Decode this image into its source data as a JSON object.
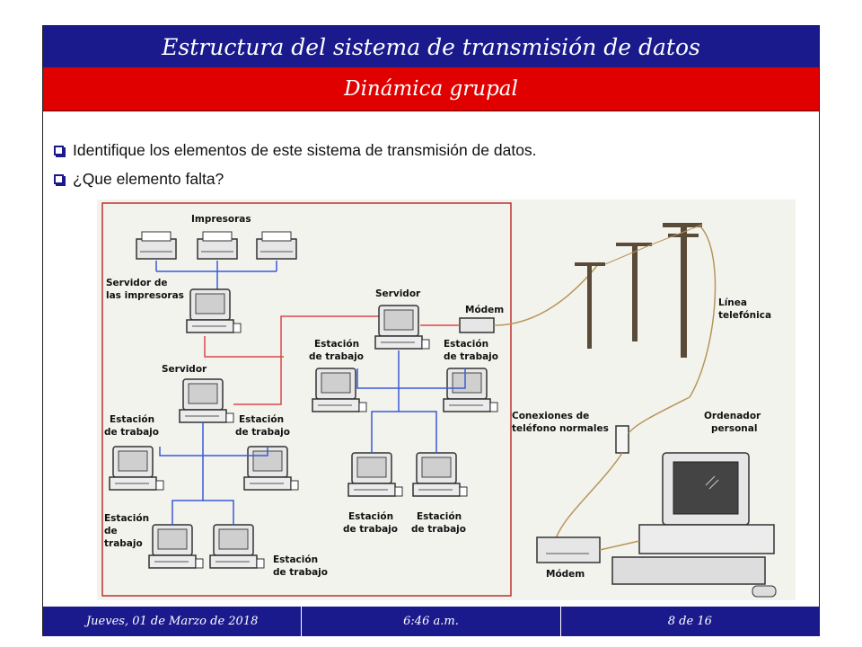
{
  "slide": {
    "title": "Estructura del sistema de transmisión de datos",
    "subtitle": "Dinámica grupal",
    "bullets": [
      "Identifique los elementos de este sistema de transmisión de datos.",
      "¿Que elemento falta?"
    ]
  },
  "diagram": {
    "labels": {
      "impresoras": "Impresoras",
      "servidor_impresoras": "Servidor de",
      "servidor_impresoras_2": "las impresoras",
      "servidor_left": "Servidor",
      "servidor_center": "Servidor",
      "modem_top": "Módem",
      "linea": "Línea",
      "linea_2": "telefónica",
      "estacion": "Estación",
      "de_trabajo": "de trabajo",
      "trabajo": "trabajo",
      "conexiones": "Conexiones de",
      "conexiones_2": "teléfono normales",
      "ordenador": "Ordenador",
      "ordenador_2": "personal",
      "modem_bottom": "Módem"
    },
    "colors": {
      "lan_red": "#d64a4a",
      "lan_blue": "#3b5bd6",
      "cable": "#b8955a",
      "box": "#c03030"
    }
  },
  "footer": {
    "date": "Jueves, 01 de Marzo de 2018",
    "time": "6:46 a.m.",
    "page": "8 de 16"
  }
}
